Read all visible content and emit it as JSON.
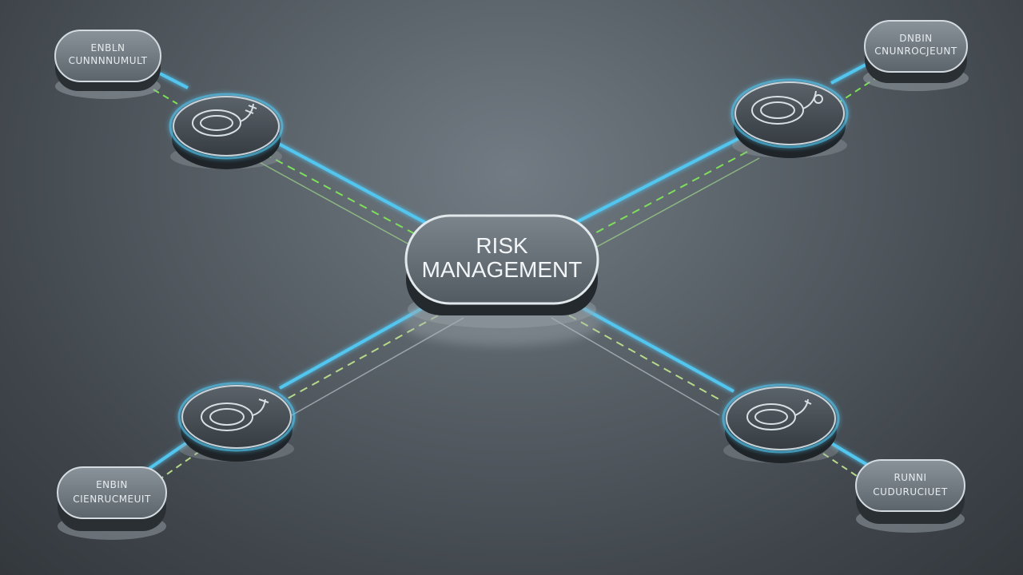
{
  "diagram": {
    "center": {
      "line1": "RISK",
      "line2": "MANAGEMENT"
    },
    "nodes": [
      {
        "id": "top-left",
        "line1": "ENBLN",
        "line2": "CUNNNNUMULT"
      },
      {
        "id": "top-right",
        "line1": "DNBIN",
        "line2": "CNUNROCJEUNT"
      },
      {
        "id": "bottom-left",
        "line1": "ENBIN",
        "line2": "CIENRUCMEUIT"
      },
      {
        "id": "bottom-right",
        "line1": "RUNNI",
        "line2": "CUDURUCIUET"
      }
    ],
    "colors": {
      "accent_blue": "#52c6f0",
      "accent_green": "#7ee05a",
      "disc_fill": "#3a4046",
      "disc_rim": "#c9d3d9"
    }
  }
}
